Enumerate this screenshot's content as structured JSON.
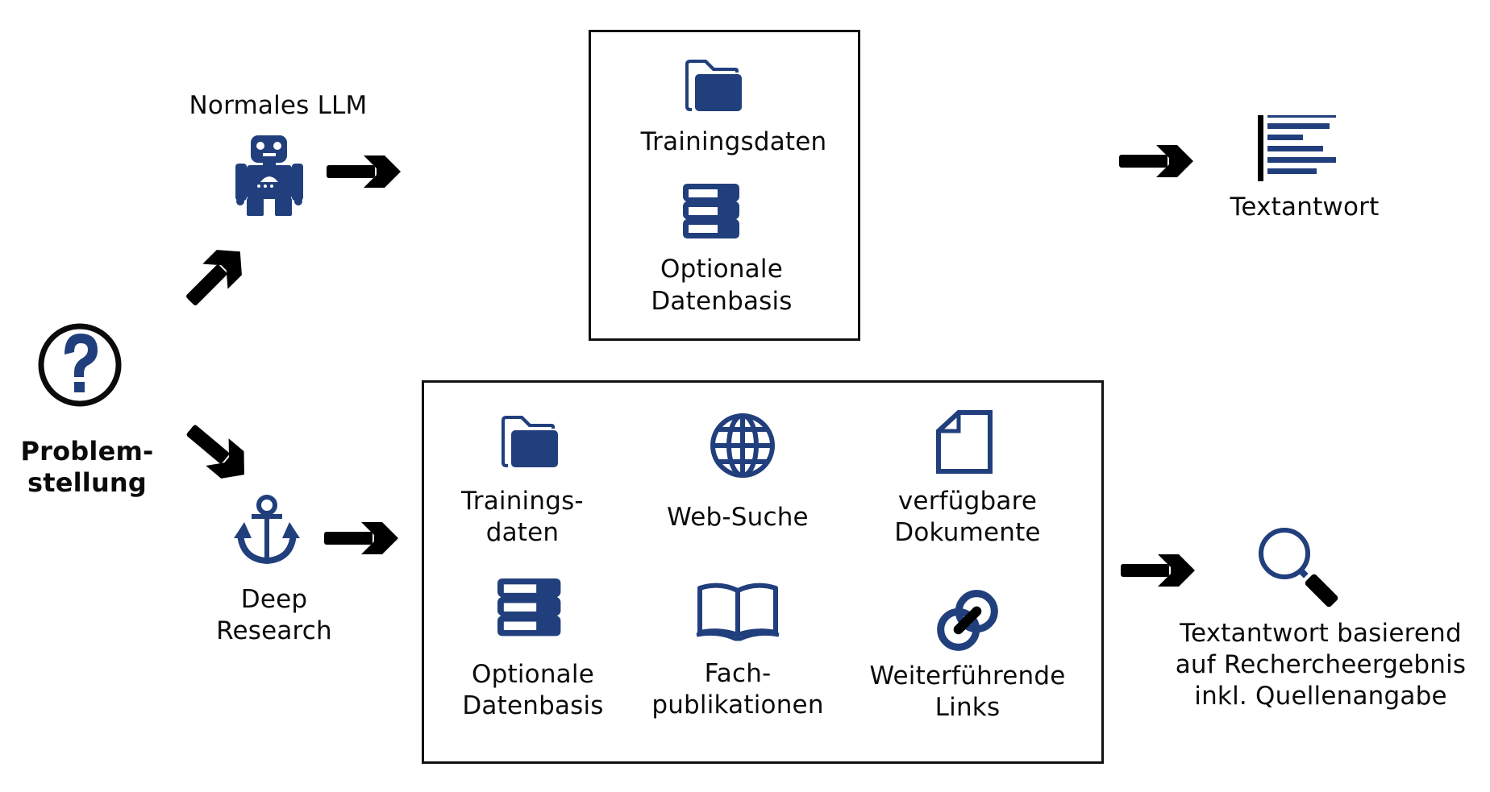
{
  "diagram": {
    "colors": {
      "accent": "#213F7C",
      "ink": "#0b0b0b",
      "background": "#ffffff"
    },
    "start": {
      "icon": "question-circle-icon",
      "label_lines": [
        "Problem-",
        "stellung"
      ]
    },
    "paths": [
      {
        "id": "normal-llm",
        "title": "Normales LLM",
        "icon": "robot-icon",
        "sources": [
          {
            "icon": "folder-icon",
            "label_lines": [
              "Trainingsdaten"
            ]
          },
          {
            "icon": "database-icon",
            "label_lines": [
              "Optionale",
              "Datenbasis"
            ]
          }
        ],
        "result": {
          "icon": "text-lines-icon",
          "label_lines": [
            "Textantwort"
          ]
        }
      },
      {
        "id": "deep-research",
        "title_lines": [
          "Deep",
          "Research"
        ],
        "icon": "anchor-icon",
        "sources": [
          {
            "icon": "folder-icon",
            "label_lines": [
              "Trainings-",
              "daten"
            ]
          },
          {
            "icon": "globe-icon",
            "label_lines": [
              "Web-Suche"
            ]
          },
          {
            "icon": "document-icon",
            "label_lines": [
              "verfügbare",
              "Dokumente"
            ]
          },
          {
            "icon": "database-icon",
            "label_lines": [
              "Optionale",
              "Datenbasis"
            ]
          },
          {
            "icon": "book-icon",
            "label_lines": [
              "Fach-",
              "publikationen"
            ]
          },
          {
            "icon": "link-icon",
            "label_lines": [
              "Weiterführende",
              "Links"
            ]
          }
        ],
        "result": {
          "icon": "magnifier-icon",
          "label_lines": [
            "Textantwort basierend",
            "auf Rechercheergebnis",
            "inkl. Quellenangabe"
          ]
        }
      }
    ]
  }
}
